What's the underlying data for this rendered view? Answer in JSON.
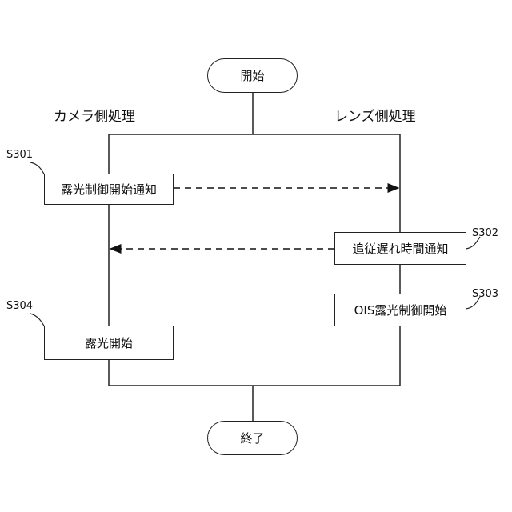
{
  "terminals": {
    "start": "開始",
    "end": "終了"
  },
  "lanes": {
    "camera": "カメラ側処理",
    "lens": "レンズ側処理"
  },
  "steps": [
    {
      "id": "S301",
      "text": "露光制御開始通知"
    },
    {
      "id": "S302",
      "text": "追従遅れ時間通知"
    },
    {
      "id": "S303",
      "text": "OIS露光制御開始"
    },
    {
      "id": "S304",
      "text": "露光開始"
    }
  ]
}
